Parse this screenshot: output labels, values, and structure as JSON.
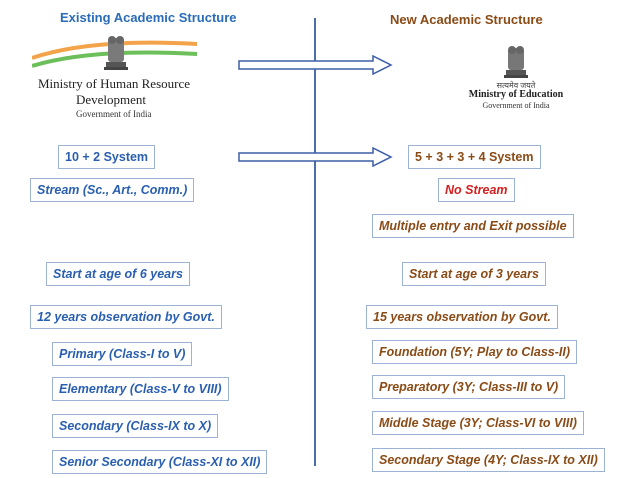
{
  "headers": {
    "existing": "Existing Academic Structure",
    "new": "New Academic Structure"
  },
  "logos": {
    "left": {
      "line1": "Ministry of Human Resource",
      "line2": "Development",
      "line3": "Government of India"
    },
    "right": {
      "hindi": "सत्यमेव जयते",
      "line1": "Ministry of Education",
      "line2": "Government of India"
    }
  },
  "existing": {
    "system": "10 + 2  System",
    "stream": "Stream (Sc., Art., Comm.)",
    "start_age": "Start at age of 6 years",
    "observation": "12 years observation by Govt.",
    "stages": [
      "Primary (Class-I to V)",
      "Elementary (Class-V to VIII)",
      "Secondary (Class-IX to X)",
      "Senior Secondary (Class-XI to XII)"
    ]
  },
  "new": {
    "system": "5 + 3 + 3 + 4 System",
    "stream": "No Stream",
    "entry_exit": "Multiple entry and Exit possible",
    "start_age": "Start at age of 3 years",
    "observation": "15 years observation by Govt.",
    "stages": [
      "Foundation (5Y; Play to Class-II)",
      "Preparatory (3Y; Class-III to V)",
      "Middle Stage (3Y; Class-VI to VIII)",
      "Secondary Stage (4Y; Class-IX to XII)"
    ]
  },
  "colors": {
    "blue_text": "#2a5fb0",
    "brown_text": "#8a4b16",
    "red_text": "#d42020",
    "border": "#9db3d6",
    "divider": "#4a6fa8"
  }
}
